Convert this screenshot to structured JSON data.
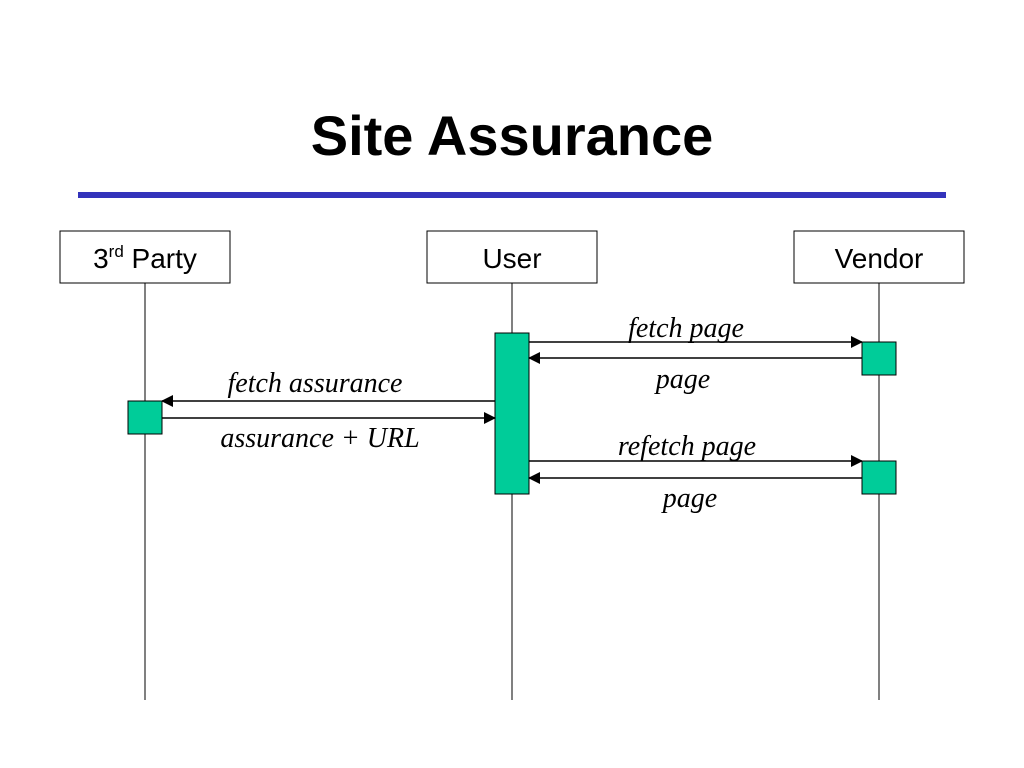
{
  "slide": {
    "title": "Site Assurance",
    "rule_color": "#3333bb"
  },
  "diagram": {
    "type": "sequence",
    "activation_color": "#00cc99",
    "actors": [
      {
        "id": "third-party",
        "name": "3",
        "superscript": "rd",
        "suffix": " Party"
      },
      {
        "id": "user",
        "name": "User"
      },
      {
        "id": "vendor",
        "name": "Vendor"
      }
    ],
    "messages": [
      {
        "label": "fetch page",
        "from": "user",
        "to": "vendor"
      },
      {
        "label": "page",
        "from": "vendor",
        "to": "user"
      },
      {
        "label": "fetch assurance",
        "from": "user",
        "to": "third-party"
      },
      {
        "label": "assurance + URL",
        "from": "third-party",
        "to": "user"
      },
      {
        "label": "refetch page",
        "from": "user",
        "to": "vendor"
      },
      {
        "label": "page",
        "from": "vendor",
        "to": "user"
      }
    ]
  }
}
